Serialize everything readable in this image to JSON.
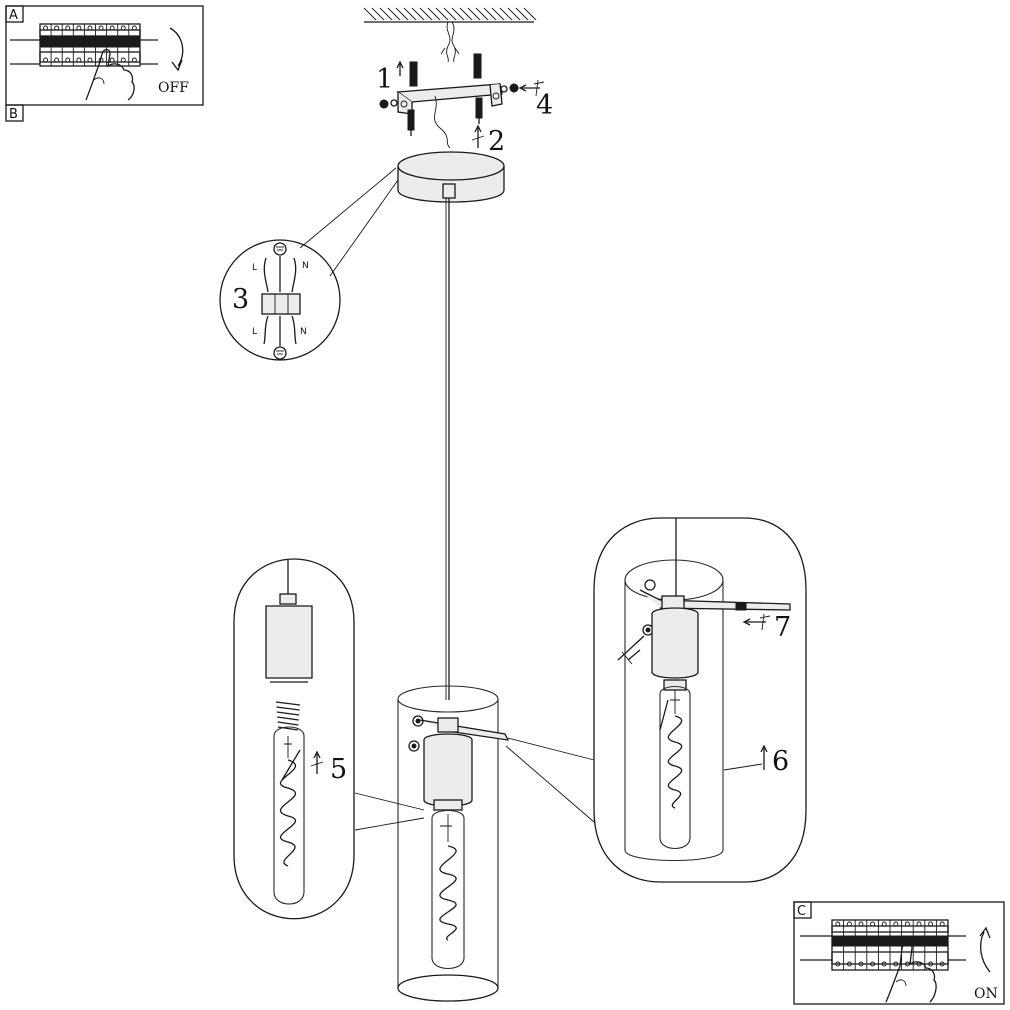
{
  "panels": {
    "a": {
      "letter": "A",
      "state_label": "OFF"
    },
    "b": {
      "letter": "B"
    },
    "c": {
      "letter": "C",
      "state_label": "ON"
    }
  },
  "steps": [
    "1",
    "2",
    "3",
    "4",
    "5",
    "6",
    "7"
  ],
  "wiring": {
    "live": "L",
    "neutral": "N"
  },
  "icons": [
    "circuit-breaker-icon",
    "hand-icon",
    "rotate-arrow-icon",
    "screwdriver-icon",
    "ground-symbol-icon",
    "light-bulb-icon"
  ]
}
